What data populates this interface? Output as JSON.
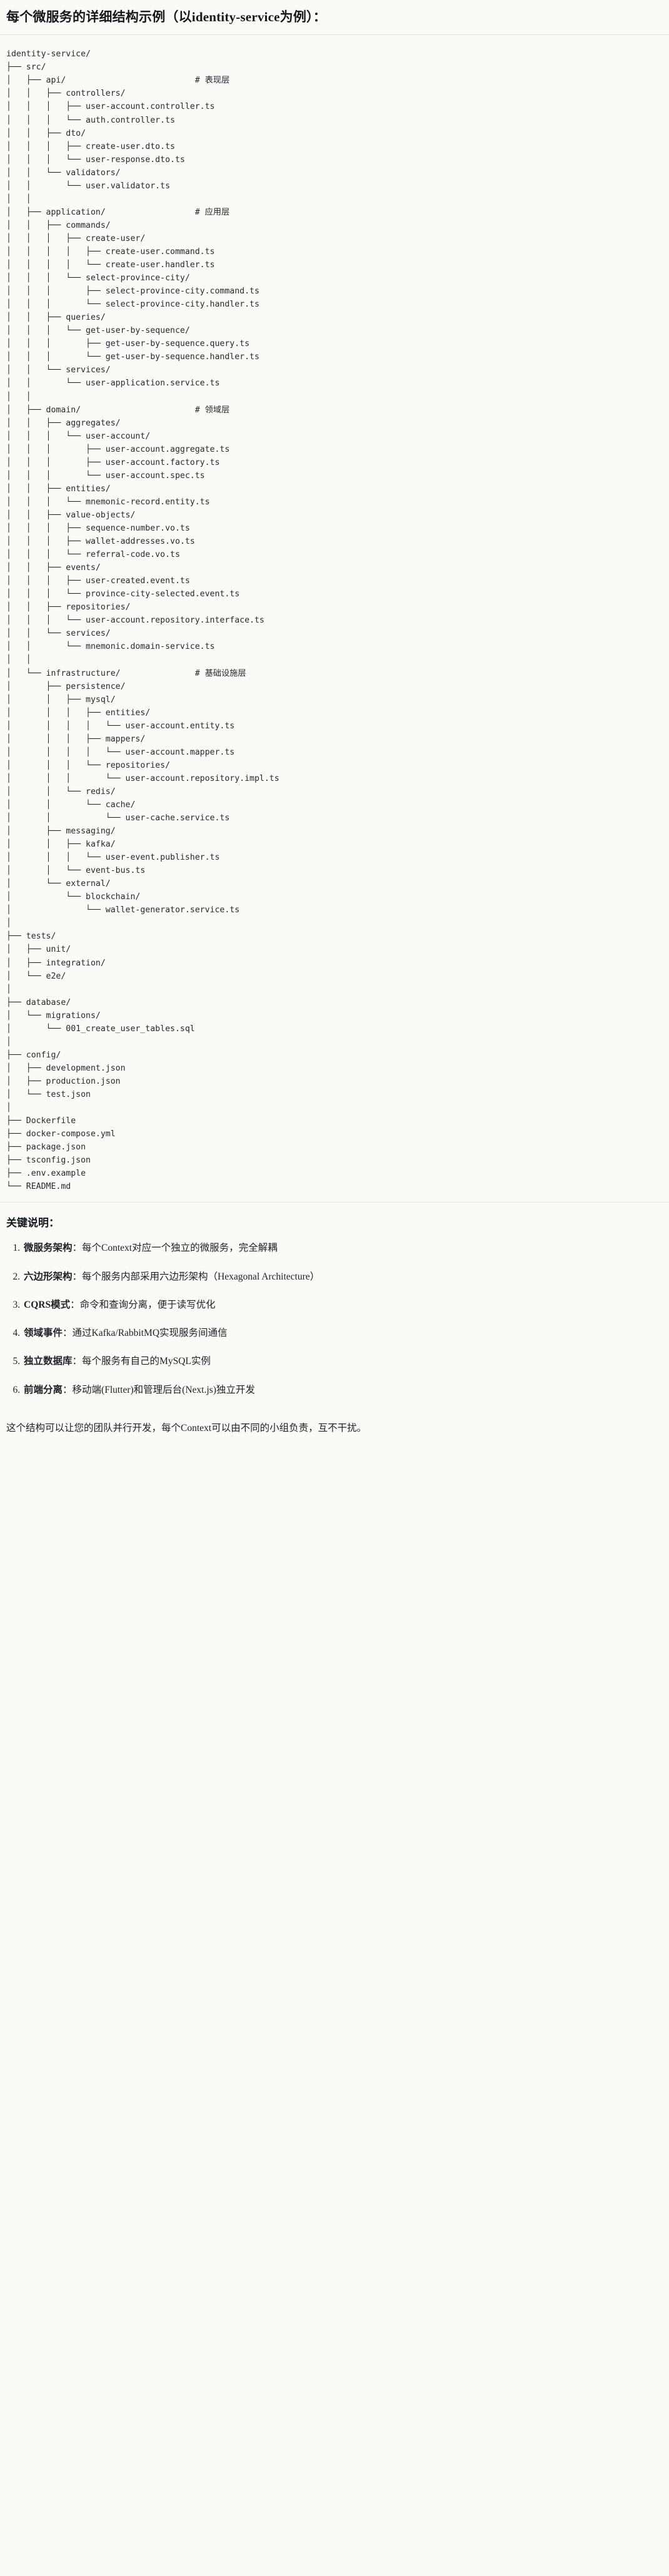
{
  "document": {
    "title": "每个微服务的详细结构示例（以identity-service为例）：",
    "tree_root": "identity-service/",
    "tree_text": "identity-service/\n├── src/\n│   ├── api/                          # 表现层\n│   │   ├── controllers/\n│   │   │   ├── user-account.controller.ts\n│   │   │   └── auth.controller.ts\n│   │   ├── dto/\n│   │   │   ├── create-user.dto.ts\n│   │   │   └── user-response.dto.ts\n│   │   └── validators/\n│   │       └── user.validator.ts\n│   │\n│   ├── application/                  # 应用层\n│   │   ├── commands/\n│   │   │   ├── create-user/\n│   │   │   │   ├── create-user.command.ts\n│   │   │   │   └── create-user.handler.ts\n│   │   │   └── select-province-city/\n│   │   │       ├── select-province-city.command.ts\n│   │   │       └── select-province-city.handler.ts\n│   │   ├── queries/\n│   │   │   └── get-user-by-sequence/\n│   │   │       ├── get-user-by-sequence.query.ts\n│   │   │       └── get-user-by-sequence.handler.ts\n│   │   └── services/\n│   │       └── user-application.service.ts\n│   │\n│   ├── domain/                       # 领域层\n│   │   ├── aggregates/\n│   │   │   └── user-account/\n│   │   │       ├── user-account.aggregate.ts\n│   │   │       ├── user-account.factory.ts\n│   │   │       └── user-account.spec.ts\n│   │   ├── entities/\n│   │   │   └── mnemonic-record.entity.ts\n│   │   ├── value-objects/\n│   │   │   ├── sequence-number.vo.ts\n│   │   │   ├── wallet-addresses.vo.ts\n│   │   │   └── referral-code.vo.ts\n│   │   ├── events/\n│   │   │   ├── user-created.event.ts\n│   │   │   └── province-city-selected.event.ts\n│   │   ├── repositories/\n│   │   │   └── user-account.repository.interface.ts\n│   │   └── services/\n│   │       └── mnemonic.domain-service.ts\n│   │\n│   └── infrastructure/               # 基础设施层\n│       ├── persistence/\n│       │   ├── mysql/\n│       │   │   ├── entities/\n│       │   │   │   └── user-account.entity.ts\n│       │   │   ├── mappers/\n│       │   │   │   └── user-account.mapper.ts\n│       │   │   └── repositories/\n│       │   │       └── user-account.repository.impl.ts\n│       │   └── redis/\n│       │       └── cache/\n│       │           └── user-cache.service.ts\n│       ├── messaging/\n│       │   ├── kafka/\n│       │   │   └── user-event.publisher.ts\n│       │   └── event-bus.ts\n│       └── external/\n│           └── blockchain/\n│               └── wallet-generator.service.ts\n│\n├── tests/\n│   ├── unit/\n│   ├── integration/\n│   └── e2e/\n│\n├── database/\n│   └── migrations/\n│       └── 001_create_user_tables.sql\n│\n├── config/\n│   ├── development.json\n│   ├── production.json\n│   └── test.json\n│\n├── Dockerfile\n├── docker-compose.yml\n├── package.json\n├── tsconfig.json\n├── .env.example\n└── README.md",
    "layer_comments": [
      {
        "path": "api/",
        "comment": "# 表现层"
      },
      {
        "path": "application/",
        "comment": "# 应用层"
      },
      {
        "path": "domain/",
        "comment": "# 领域层"
      },
      {
        "path": "infrastructure/",
        "comment": "# 基础设施层"
      }
    ],
    "notes_heading": "关键说明：",
    "notes": [
      {
        "term": "微服务架构",
        "sep": "：",
        "text": "每个Context对应一个独立的微服务，完全解耦"
      },
      {
        "term": "六边形架构",
        "sep": "：",
        "text": "每个服务内部采用六边形架构（Hexagonal Architecture）"
      },
      {
        "term": "CQRS模式",
        "sep": "：",
        "text": "命令和查询分离，便于读写优化"
      },
      {
        "term": "领域事件",
        "sep": "：",
        "text": "通过Kafka/RabbitMQ实现服务间通信"
      },
      {
        "term": "独立数据库",
        "sep": "：",
        "text": "每个服务有自己的MySQL实例"
      },
      {
        "term": "前端分离",
        "sep": "：",
        "text": "移动端(Flutter)和管理后台(Next.js)独立开发"
      }
    ],
    "closing": "这个结构可以让您的团队并行开发，每个Context可以由不同的小组负责，互不干扰。"
  }
}
